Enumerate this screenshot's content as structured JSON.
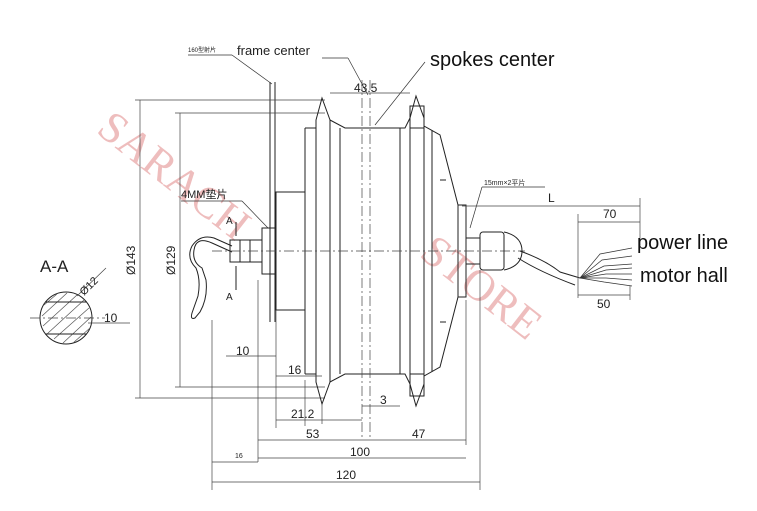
{
  "watermark": {
    "line1": "SARACH",
    "line2": "STORE",
    "color": "#e9a7a7"
  },
  "section": {
    "title": "A-A",
    "shaft_diameter": "Ø12",
    "flat": "10",
    "cut_marker_upper": "A",
    "cut_marker_lower": "A"
  },
  "callouts": {
    "frame_center": "frame center",
    "spokes_center": "spokes center",
    "chinese_top": "160型射片",
    "washer": "4MM垫片",
    "cable_note": "15mm×2平片",
    "power_line": "power line",
    "motor_hall": "motor hall"
  },
  "dimensions": {
    "d143": "Ø143",
    "d129": "Ø129",
    "w43_5": "43.5",
    "d10": "10",
    "d16a": "16",
    "d21_2": "21.2",
    "d3": "3",
    "d53": "53",
    "d47": "47",
    "d100": "100",
    "d16b": "16",
    "d120": "120",
    "cable_L": "L",
    "cable_70": "70",
    "cable_50": "50"
  },
  "colors": {
    "line": "#222222",
    "watermark": "#e9a7a7",
    "background": "#ffffff"
  }
}
